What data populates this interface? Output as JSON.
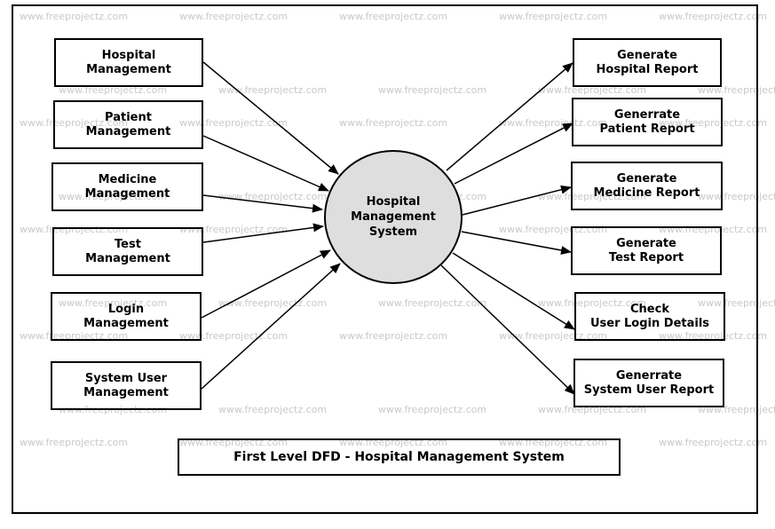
{
  "watermark": "www.freeprojectz.com",
  "title": "First Level DFD - Hospital Management System",
  "process": {
    "label": "Hospital\nManagement\nSystem"
  },
  "inputs": [
    {
      "label": "Hospital\nManagement"
    },
    {
      "label": "Patient\nManagement"
    },
    {
      "label": "Medicine\nManagement"
    },
    {
      "label": "Test\nManagement"
    },
    {
      "label": "Login\nManagement"
    },
    {
      "label": "System User\nManagement"
    }
  ],
  "outputs": [
    {
      "label": "Generate\nHospital Report"
    },
    {
      "label": "Generrate\nPatient Report"
    },
    {
      "label": "Generate\nMedicine Report"
    },
    {
      "label": "Generate\nTest Report"
    },
    {
      "label": "Check\nUser Login Details"
    },
    {
      "label": "Generrate\nSystem User Report"
    }
  ],
  "colors": {
    "process_fill": "#dedede",
    "line": "#000000",
    "watermark": "#c9c9c9"
  }
}
